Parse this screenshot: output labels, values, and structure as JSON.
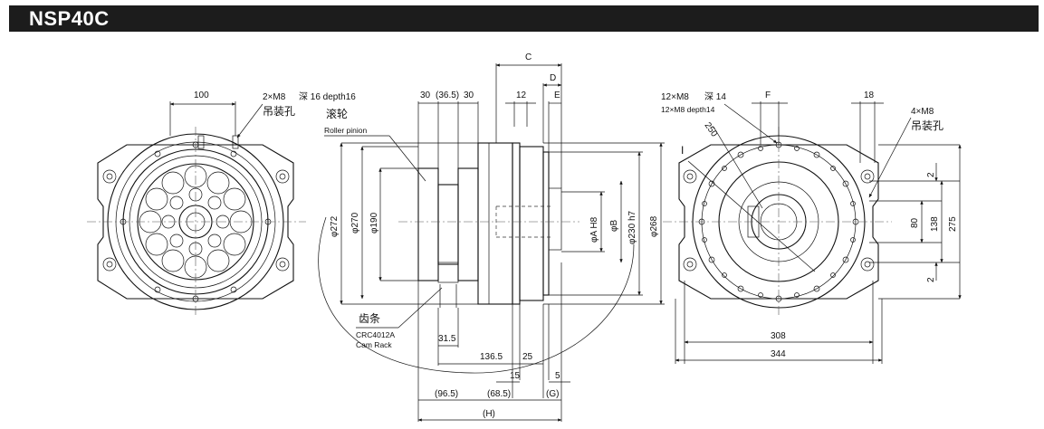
{
  "title": "NSP40C",
  "labels": {
    "m8_holes": "2×M8",
    "depth16": "深 16  depth16",
    "lift_hole_1": "吊装孔",
    "roller_cn": "滚轮",
    "roller_en": "Roller pinion",
    "rack_cn": "齿条",
    "rack_en_1": "CRC4012A",
    "rack_en_2": "Cam Rack",
    "m8_12": "12×M8",
    "depth14_cn": "深 14",
    "m8_12_depth": "12×M8 depth14",
    "m8_4": "4×M8",
    "lift_hole_2": "吊装孔",
    "view_mark": "I"
  },
  "dims": {
    "d100": "100",
    "d30a": "30",
    "d365": "(36.5)",
    "d30b": "30",
    "d12": "12",
    "dC": "C",
    "dD": "D",
    "dE": "E",
    "d272": "φ272",
    "d270": "φ270",
    "d190": "φ190",
    "dAH8": "φA H8",
    "dB": "φB",
    "d230": "φ230 h7",
    "d268": "φ268",
    "d315": "31.5",
    "d1365": "136.5",
    "d25": "25",
    "d15": "15",
    "d5": "5",
    "d965": "(96.5)",
    "d685": "(68.5)",
    "dG": "(G)",
    "dH": "(H)",
    "dF": "F",
    "d18": "18",
    "d250": "250",
    "d2a": "2",
    "d80": "80",
    "d138": "138",
    "d275": "275",
    "d2b": "2",
    "d308": "308",
    "d344": "344"
  }
}
